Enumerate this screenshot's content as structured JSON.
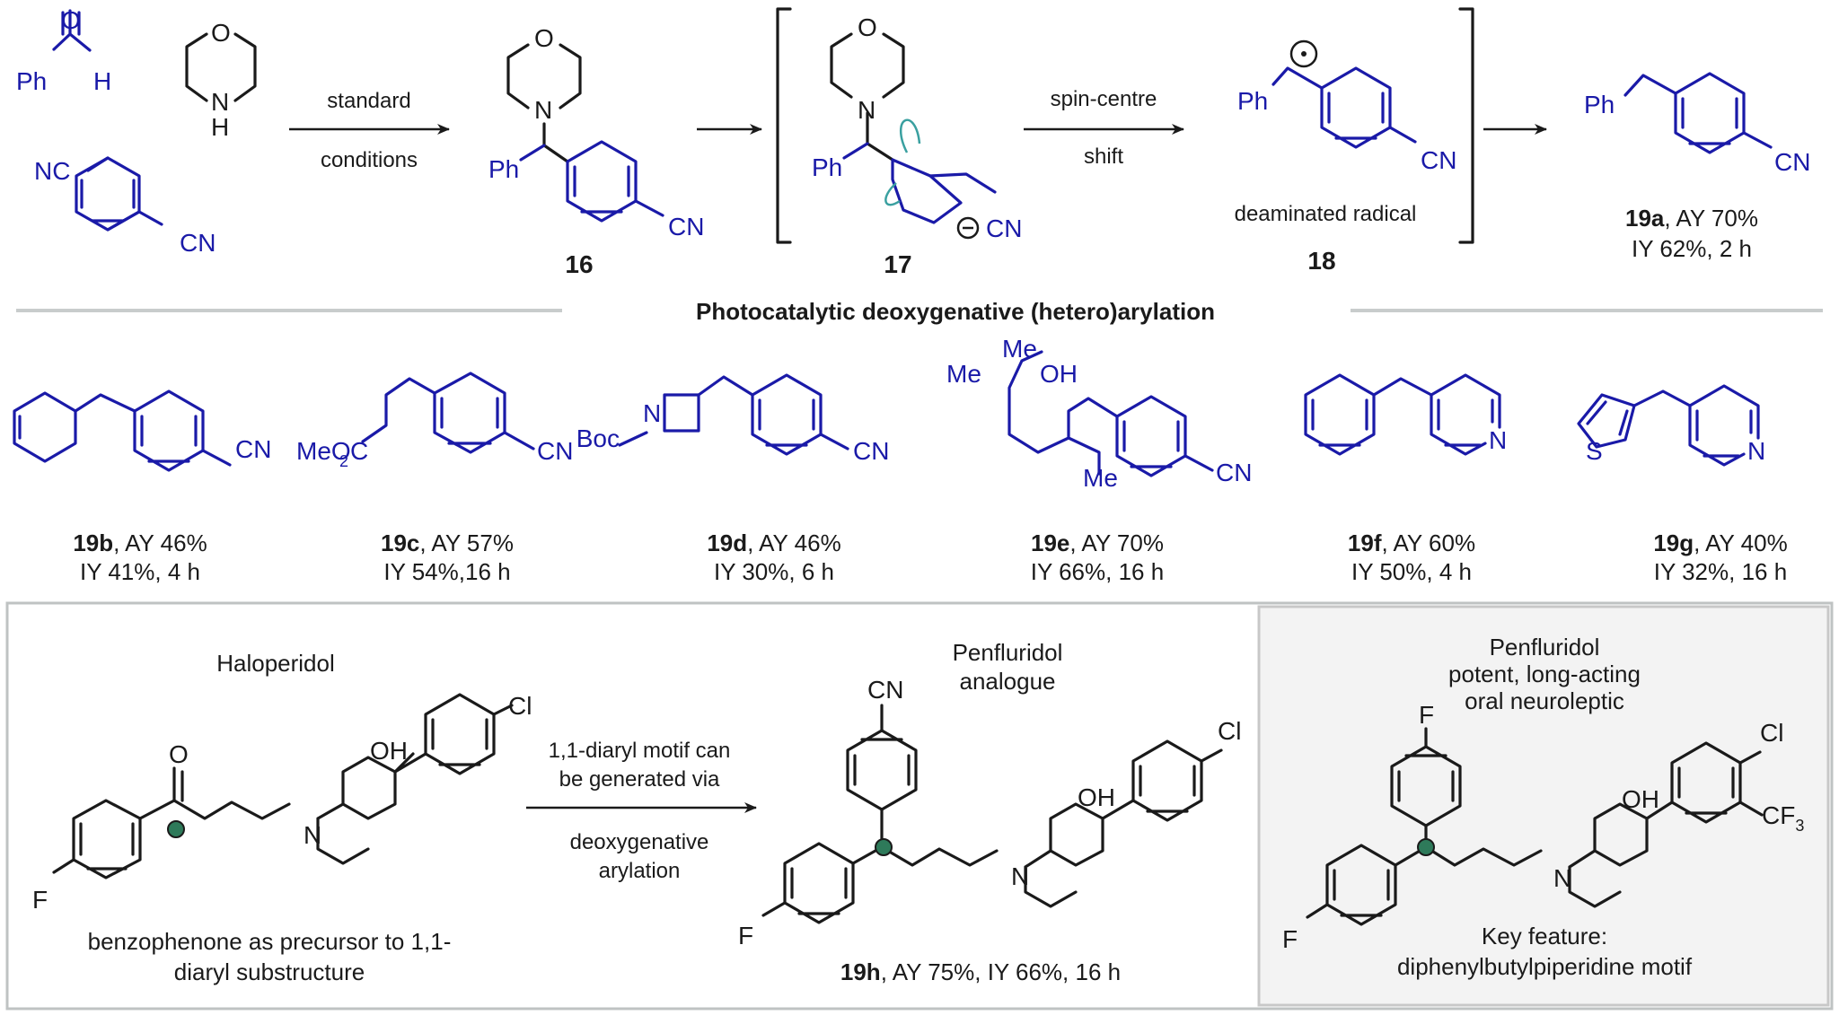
{
  "reactants": {
    "aldehyde_ph": "Ph",
    "aldehyde_h": "H",
    "aldehyde_o": "O",
    "morpholine_o": "O",
    "morpholine_nh_n": "N",
    "morpholine_nh_h": "H",
    "dicyano_nc": "NC",
    "dicyano_cn": "CN"
  },
  "arrow1": {
    "top": "standard",
    "bottom": "conditions"
  },
  "cmpd16": {
    "label": "16",
    "o": "O",
    "n": "N",
    "ph": "Ph",
    "cn": "CN"
  },
  "cmpd17": {
    "label": "17",
    "o": "O",
    "n": "N",
    "ph": "Ph",
    "cn": "CN"
  },
  "arrow3": {
    "top": "spin-centre",
    "bottom": "shift"
  },
  "cmpd18": {
    "label": "18",
    "ph": "Ph",
    "cn": "CN",
    "caption": "deaminated radical"
  },
  "cmpd19a": {
    "ph": "Ph",
    "cn": "CN",
    "label": "19a",
    "line1": ", AY 70%",
    "line2": "IY 62%, 2 h"
  },
  "section_title": "Photocatalytic deoxygenative (hetero)arylation",
  "scope": [
    {
      "id": "19b",
      "ay": ", AY 46%",
      "iy": "IY 41%, 4 h",
      "cn": "CN"
    },
    {
      "id": "19c",
      "ay": ", AY 57%",
      "iy": "IY 54%,16 h",
      "cn": "CN",
      "ester": "MeO",
      "sub2": "2",
      "ester_c": "C"
    },
    {
      "id": "19d",
      "ay": ", AY 46%",
      "iy": "IY 30%, 6 h",
      "cn": "CN",
      "boc": "Boc",
      "n": "N"
    },
    {
      "id": "19e",
      "ay": ", AY 70%",
      "iy": "IY 66%, 16 h",
      "cn": "CN",
      "me1": "Me",
      "me2": "Me",
      "oh": "OH",
      "me3": "Me"
    },
    {
      "id": "19f",
      "ay": ", AY 60%",
      "iy": "IY 50%, 4 h",
      "n": "N"
    },
    {
      "id": "19g",
      "ay": ", AY 40%",
      "iy": "IY 32%, 16 h",
      "n": "N",
      "s": "S"
    }
  ],
  "bottom": {
    "haloperidol": {
      "title": "Haloperidol",
      "o": "O",
      "oh": "OH",
      "n": "N",
      "cl": "Cl",
      "f": "F",
      "caption1": "benzophenone as precursor to 1,1-",
      "caption2": "diaryl substructure"
    },
    "arrow": {
      "top1": "1,1-diaryl motif can",
      "top2": "be generated via",
      "bottom1": "deoxygenative",
      "bottom2": "arylation"
    },
    "analogue": {
      "title1": "Penfluridol",
      "title2": "analogue",
      "cn": "CN",
      "oh": "OH",
      "n": "N",
      "cl": "Cl",
      "f": "F",
      "label": "19h",
      "result": ", AY 75%, IY 66%, 16 h"
    },
    "penfluridol": {
      "title1": "Penfluridol",
      "title2": "potent, long-acting",
      "title3": "oral neuroleptic",
      "f_top": "F",
      "f_bottom": "F",
      "oh": "OH",
      "n": "N",
      "cl": "Cl",
      "cf3": "CF",
      "cf3_sub": "3",
      "caption1": "Key feature:",
      "caption2": "diphenylbutylpiperidine motif"
    }
  }
}
